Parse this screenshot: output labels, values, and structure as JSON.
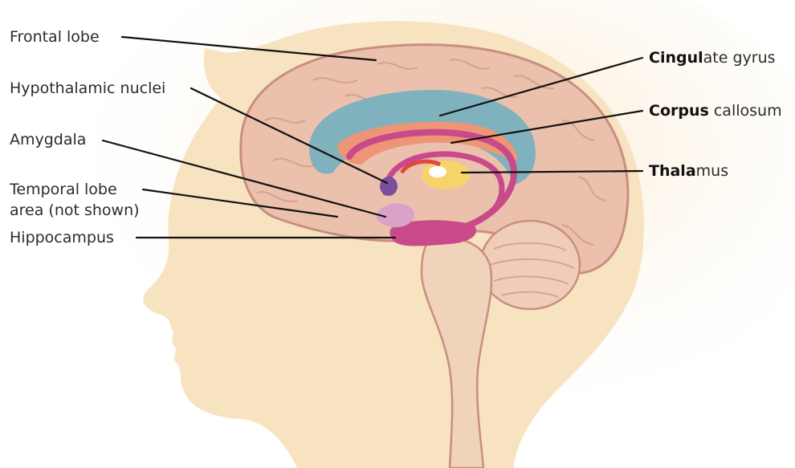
{
  "colors": {
    "skin": "#f7e3c0",
    "brain": "#ebc1ad",
    "brain_outline": "#c98e80",
    "cingulate": "#80b2bd",
    "corpus": "#ef9577",
    "limbic_pink": "#c94a8a",
    "limbic_light": "#d9a3c7",
    "thalamus": "#f6d46a",
    "hypothalamic": "#7a4f9e",
    "brainstem": "#f0d3bb",
    "cerebellum": "#efcdb8"
  },
  "labels": {
    "frontal_lobe": "Frontal lobe",
    "hypothalamic_nuclei": "Hypothalamic nuclei",
    "amygdala": "Amygdala",
    "temporal_lobe_line1": "Temporal lobe",
    "temporal_lobe_line2": "area (not shown)",
    "hippocampus": "Hippocampus",
    "cingulate_bold": "Cingul",
    "cingulate_rest": "ate gyrus",
    "corpus_bold": "Corpus",
    "corpus_rest": " callosum",
    "thalamus_bold": "Thala",
    "thalamus_rest": "mus"
  }
}
